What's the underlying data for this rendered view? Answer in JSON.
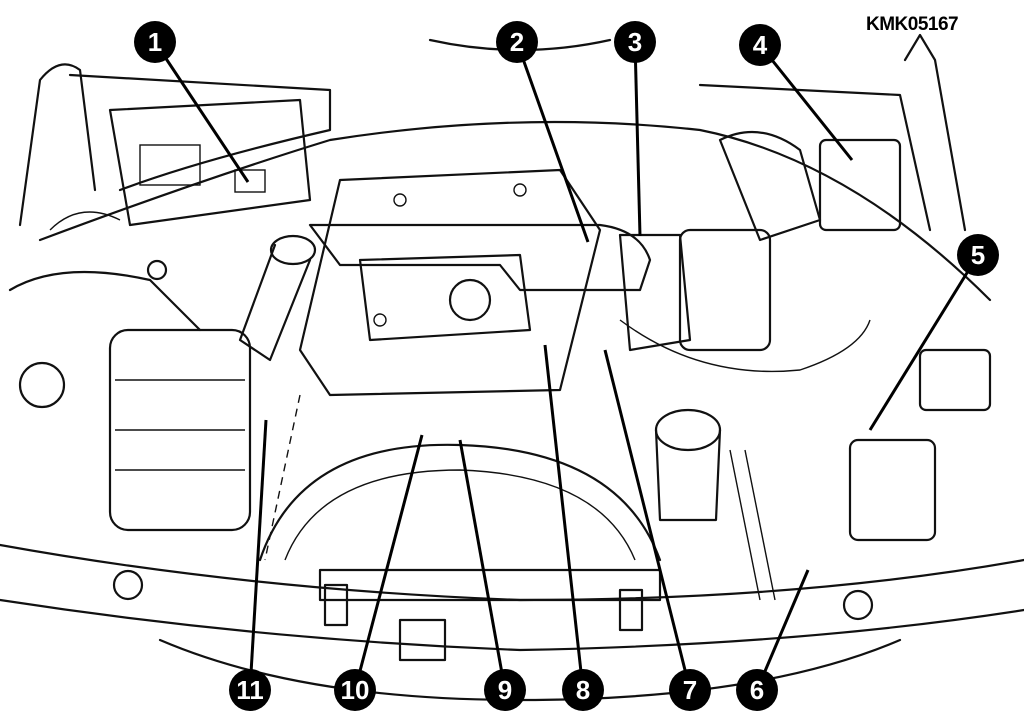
{
  "figure_code": "KMK05167",
  "callouts": [
    "1",
    "2",
    "3",
    "4",
    "5",
    "6",
    "7",
    "8",
    "9",
    "10",
    "11"
  ]
}
